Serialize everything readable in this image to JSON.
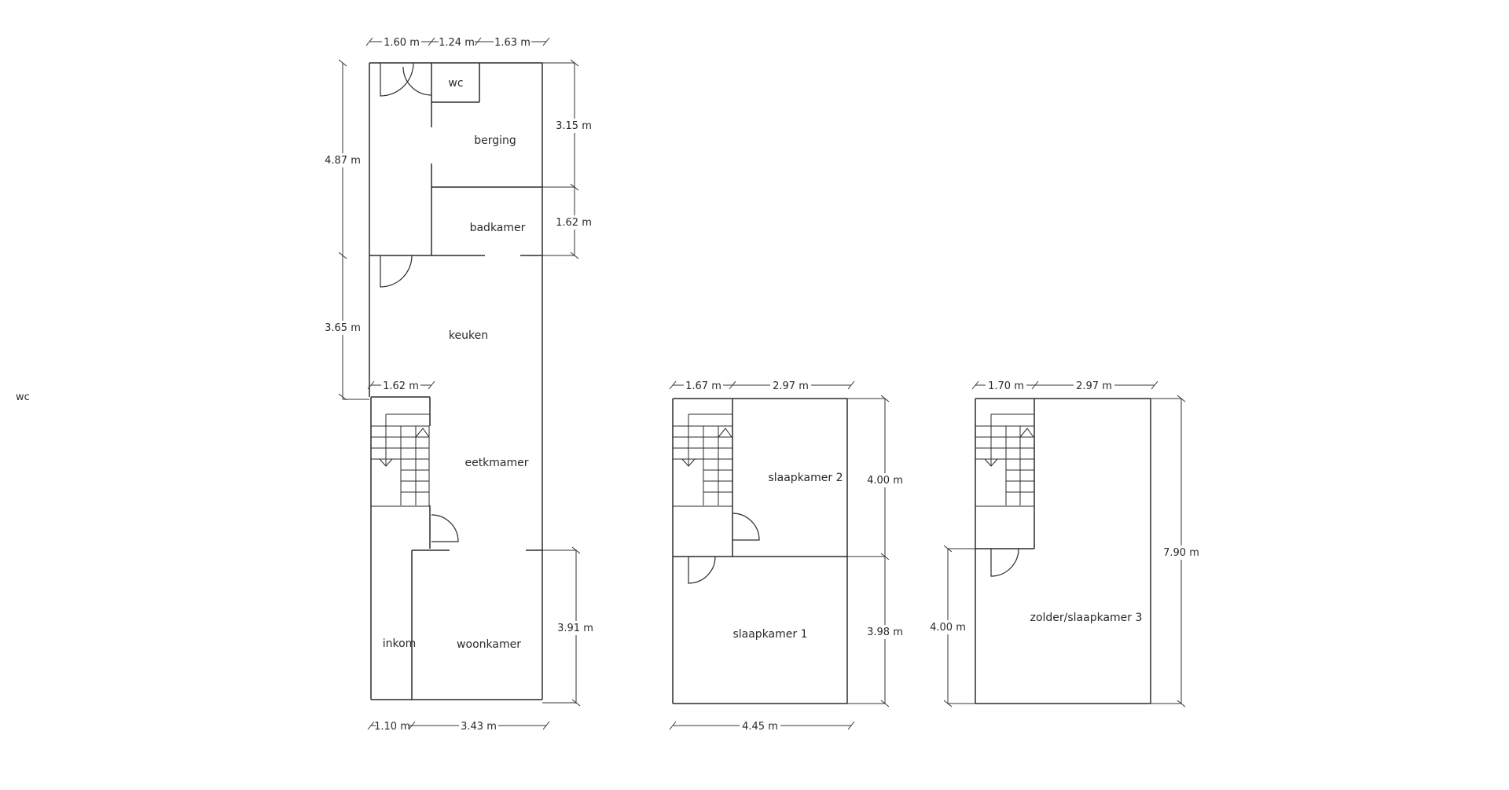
{
  "side_label": "wc",
  "ground_floor": {
    "rooms": {
      "wc": "wc",
      "berging": "berging",
      "badkamer": "badkamer",
      "keuken": "keuken",
      "eetkmamer": "eetkmamer",
      "inkom": "inkom",
      "woonkamer": "woonkamer"
    },
    "dims": {
      "top_a": "1.60 m",
      "top_b": "1.24 m",
      "top_c": "1.63 m",
      "left_upper": "4.87 m",
      "left_mid": "3.65 m",
      "right_berging": "3.15 m",
      "right_badkamer": "1.62 m",
      "stair_width": "1.62 m",
      "right_woonkamer": "3.91 m",
      "bottom_a": "1.10 m",
      "bottom_b": "3.43 m"
    }
  },
  "first_floor": {
    "rooms": {
      "slaapkamer2": "slaapkamer 2",
      "slaapkamer1": "slaapkamer 1"
    },
    "dims": {
      "top_a": "1.67 m",
      "top_b": "2.97 m",
      "right_upper": "4.00 m",
      "right_lower": "3.98 m",
      "bottom": "4.45 m"
    }
  },
  "attic": {
    "rooms": {
      "zolder": "zolder/slaapkamer 3"
    },
    "dims": {
      "top_a": "1.70 m",
      "top_b": "2.97 m",
      "right": "7.90 m",
      "left": "4.00 m"
    }
  }
}
